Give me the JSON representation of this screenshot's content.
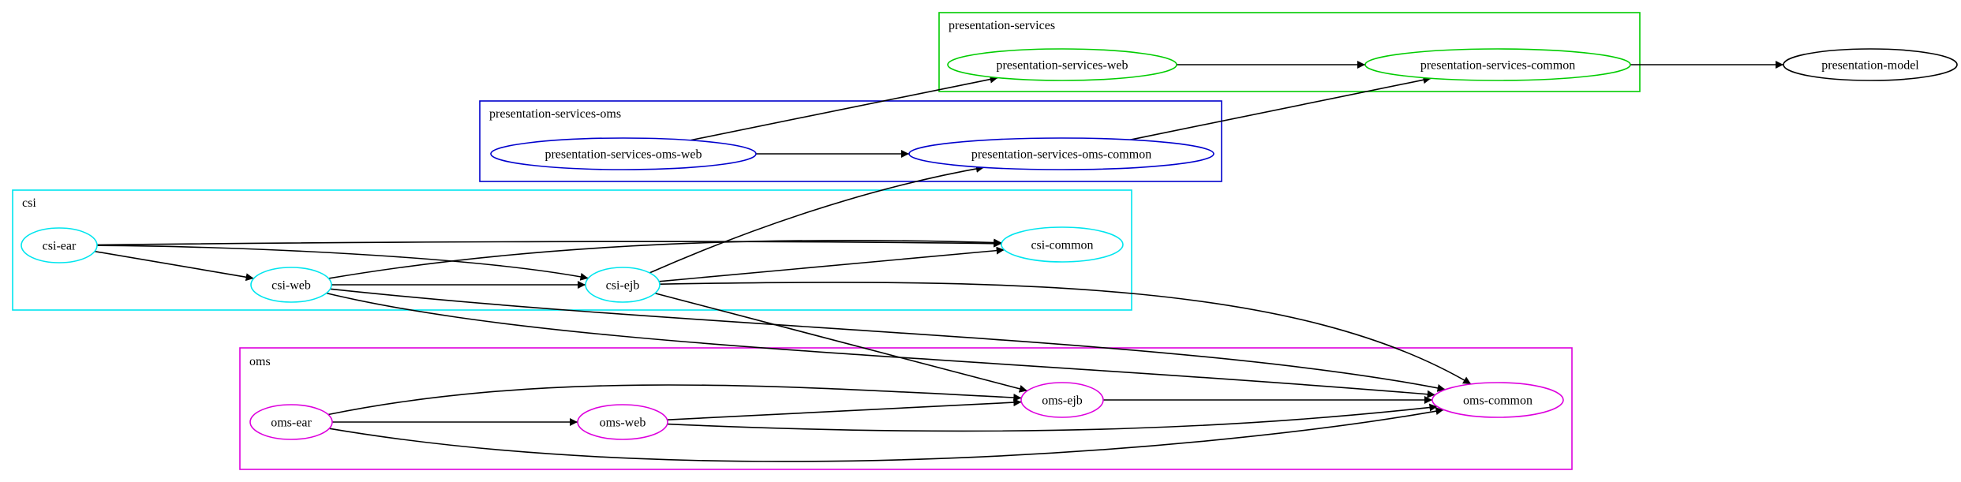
{
  "clusters": [
    {
      "id": "presentation-services",
      "label": "presentation-services",
      "color": "#00cc00"
    },
    {
      "id": "presentation-services-oms",
      "label": "presentation-services-oms",
      "color": "#0000cc"
    },
    {
      "id": "csi",
      "label": "csi",
      "color": "#00e5ee"
    },
    {
      "id": "oms",
      "label": "oms",
      "color": "#dd00dd"
    }
  ],
  "nodes": [
    {
      "id": "presentation-services-web",
      "label": "presentation-services-web",
      "color": "#00cc00"
    },
    {
      "id": "presentation-services-common",
      "label": "presentation-services-common",
      "color": "#00cc00"
    },
    {
      "id": "presentation-model",
      "label": "presentation-model",
      "color": "#000000"
    },
    {
      "id": "presentation-services-oms-web",
      "label": "presentation-services-oms-web",
      "color": "#0000cc"
    },
    {
      "id": "presentation-services-oms-common",
      "label": "presentation-services-oms-common",
      "color": "#0000cc"
    },
    {
      "id": "csi-ear",
      "label": "csi-ear",
      "color": "#00e5ee"
    },
    {
      "id": "csi-web",
      "label": "csi-web",
      "color": "#00e5ee"
    },
    {
      "id": "csi-ejb",
      "label": "csi-ejb",
      "color": "#00e5ee"
    },
    {
      "id": "csi-common",
      "label": "csi-common",
      "color": "#00e5ee"
    },
    {
      "id": "oms-ear",
      "label": "oms-ear",
      "color": "#dd00dd"
    },
    {
      "id": "oms-web",
      "label": "oms-web",
      "color": "#dd00dd"
    },
    {
      "id": "oms-ejb",
      "label": "oms-ejb",
      "color": "#dd00dd"
    },
    {
      "id": "oms-common",
      "label": "oms-common",
      "color": "#dd00dd"
    }
  ],
  "edges": [
    {
      "from": "presentation-services-web",
      "to": "presentation-services-common"
    },
    {
      "from": "presentation-services-common",
      "to": "presentation-model"
    },
    {
      "from": "presentation-services-oms-web",
      "to": "presentation-services-web"
    },
    {
      "from": "presentation-services-oms-web",
      "to": "presentation-services-oms-common"
    },
    {
      "from": "presentation-services-oms-common",
      "to": "presentation-services-common"
    },
    {
      "from": "csi-ear",
      "to": "csi-common"
    },
    {
      "from": "csi-ear",
      "to": "csi-web"
    },
    {
      "from": "csi-ear",
      "to": "csi-ejb"
    },
    {
      "from": "csi-web",
      "to": "csi-common"
    },
    {
      "from": "csi-web",
      "to": "csi-ejb"
    },
    {
      "from": "csi-web",
      "to": "oms-common"
    },
    {
      "from": "csi-web",
      "to": "oms-common"
    },
    {
      "from": "csi-ejb",
      "to": "presentation-services-oms-common"
    },
    {
      "from": "csi-ejb",
      "to": "csi-common"
    },
    {
      "from": "csi-ejb",
      "to": "oms-ejb"
    },
    {
      "from": "csi-ejb",
      "to": "oms-common"
    },
    {
      "from": "oms-ear",
      "to": "oms-ejb"
    },
    {
      "from": "oms-ear",
      "to": "oms-web"
    },
    {
      "from": "oms-ear",
      "to": "oms-common"
    },
    {
      "from": "oms-web",
      "to": "oms-ejb"
    },
    {
      "from": "oms-web",
      "to": "oms-common"
    },
    {
      "from": "oms-ejb",
      "to": "oms-common"
    }
  ]
}
